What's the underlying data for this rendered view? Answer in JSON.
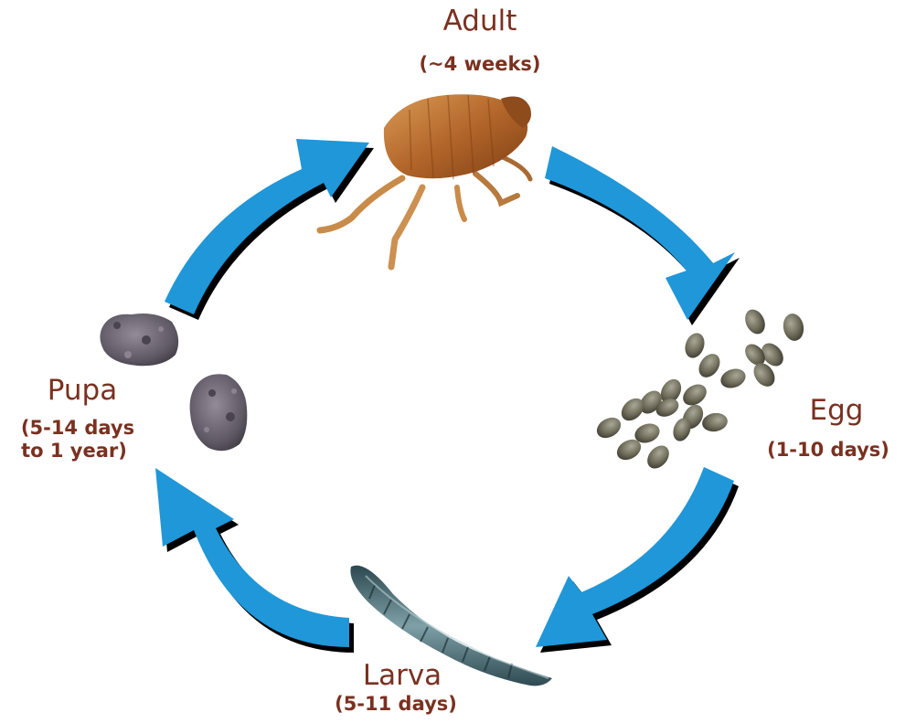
{
  "stages": {
    "adult": {
      "name": "Adult",
      "duration": "(~4 weeks)"
    },
    "egg": {
      "name": "Egg",
      "duration": "(1-10 days)"
    },
    "larva": {
      "name": "Larva",
      "duration": "(5-11 days)"
    },
    "pupa": {
      "name": "Pupa",
      "duration_line1": "(5-14 days",
      "duration_line2": "to 1 year)"
    }
  },
  "colors": {
    "arrow": "#1f97d9",
    "arrow_shadow": "#000000",
    "label": "#7a3120",
    "flea_body": "#b3662a",
    "egg": "#6f6c5a",
    "larva": "#3e5a62",
    "pupa": "#6b6470"
  },
  "icons": {
    "adult": "flea-photo",
    "egg": "egg-cluster-photo",
    "larva": "larva-photo",
    "pupa": "cocoon-photo",
    "arrows": "cycle-arrow"
  }
}
